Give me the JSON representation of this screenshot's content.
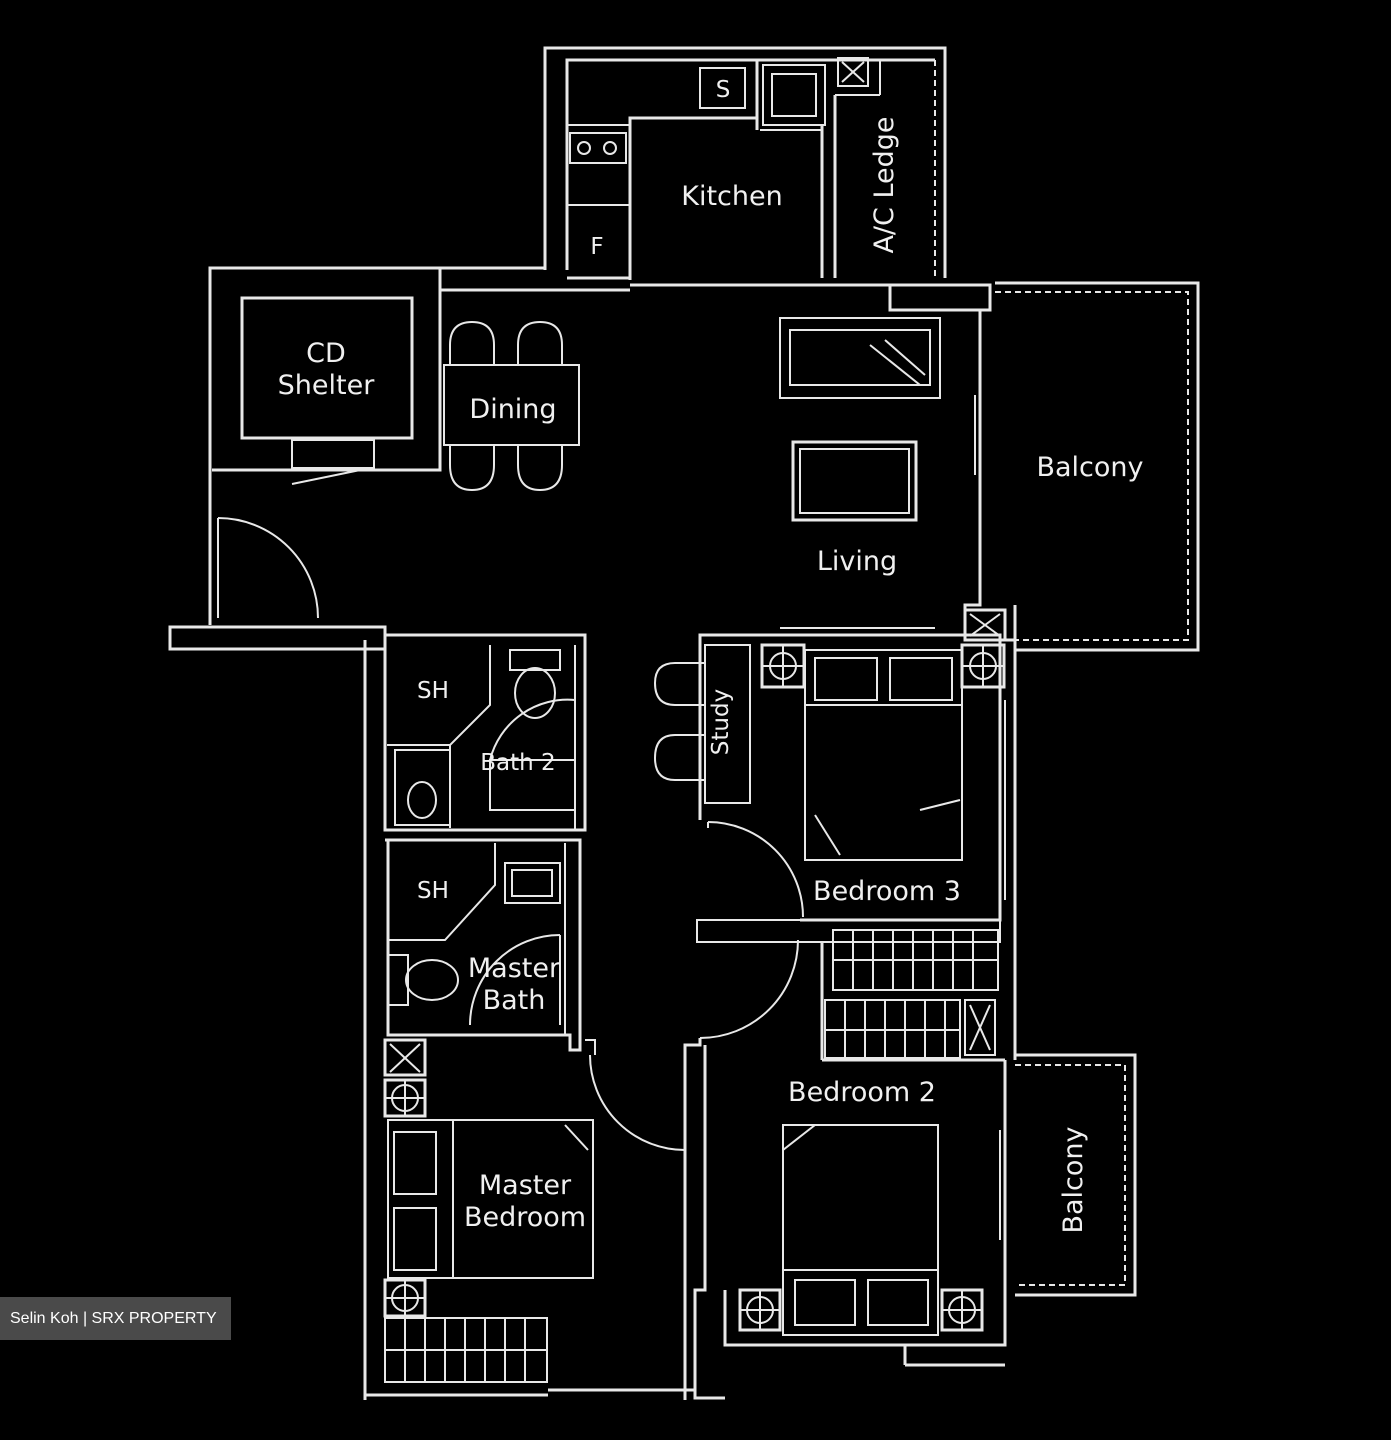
{
  "rooms": {
    "kitchen": "Kitchen",
    "ac_ledge": "A/C Ledge",
    "cd_shelter_1": "CD",
    "cd_shelter_2": "Shelter",
    "dining": "Dining",
    "balcony_top": "Balcony",
    "living": "Living",
    "sh1": "SH",
    "bath2": "Bath 2",
    "study": "Study",
    "bedroom3": "Bedroom 3",
    "sh2": "SH",
    "master_bath_1": "Master",
    "master_bath_2": "Bath",
    "bedroom2": "Bedroom 2",
    "master_bedroom_1": "Master",
    "master_bedroom_2": "Bedroom",
    "balcony_bottom": "Balcony"
  },
  "fixtures": {
    "sink_mark": "S",
    "fridge_mark": "F"
  },
  "watermark": "Selin Koh | SRX PROPERTY"
}
